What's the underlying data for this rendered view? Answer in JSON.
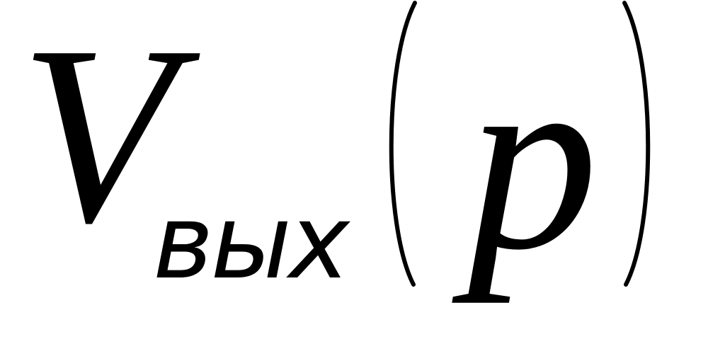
{
  "formula": {
    "main_symbol": "V",
    "subscript": "вых",
    "argument": "p"
  }
}
